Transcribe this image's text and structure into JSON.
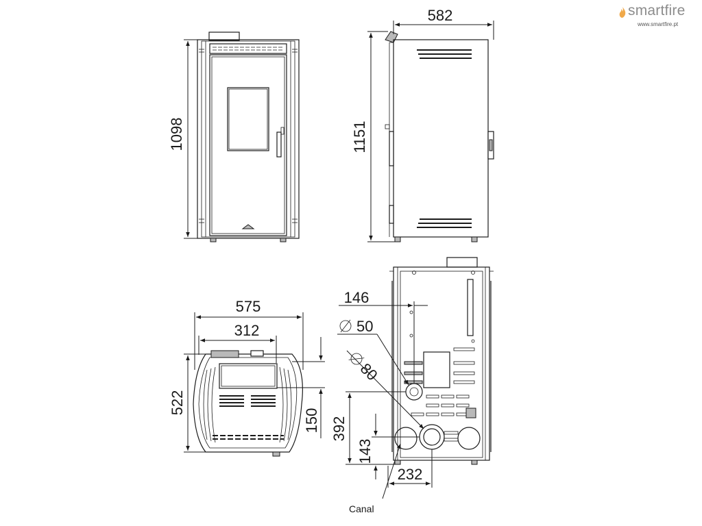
{
  "brand": {
    "name": "smartfire",
    "url": "www.smartfire.pt",
    "color": "#8c8c8c",
    "flame_color": "#f0a94a"
  },
  "dimensions": {
    "front_height": "1098",
    "side_depth": "582",
    "side_height": "1151",
    "top_width": "575",
    "top_inner_width": "312",
    "top_depth": "522",
    "top_offset": "150",
    "rear_offset_x": "146",
    "rear_small_diameter": "50",
    "rear_large_diameter": "80",
    "rear_height_outlet": "392",
    "rear_height_canal": "143",
    "rear_canal_offset": "232"
  },
  "labels": {
    "canal": "Canal"
  }
}
